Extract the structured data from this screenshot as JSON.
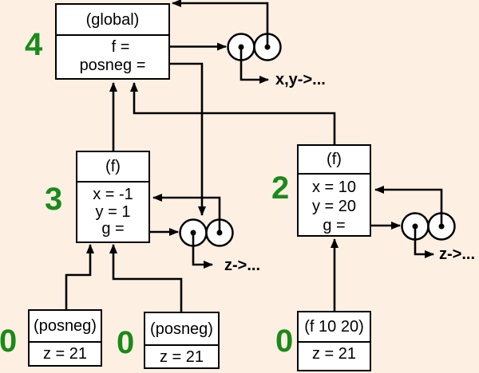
{
  "colors": {
    "background": "#fdf0e3",
    "box_fill": "#ffffff",
    "line": "#000000",
    "step_green": "#1a8a1a",
    "squiggle_red": "#e02020"
  },
  "frames": [
    {
      "id": "global",
      "step": "4",
      "label": "(global)",
      "rows": [
        "f =",
        "posneg ="
      ]
    },
    {
      "id": "f-left",
      "step": "3",
      "label": "(f)",
      "rows": [
        "x = -1",
        "y = 1",
        "g ="
      ]
    },
    {
      "id": "f-right",
      "step": "2",
      "label": "(f)",
      "rows": [
        "x = 10",
        "y = 20",
        "g ="
      ]
    },
    {
      "id": "posneg-call-1",
      "step": "0",
      "label": "(posneg)",
      "rows": [
        "z = 21"
      ]
    },
    {
      "id": "posneg-call-2",
      "step": "0",
      "label": "(posneg)",
      "rows": [
        "z = 21"
      ]
    },
    {
      "id": "f-call",
      "step": "0",
      "label": "(f 10 20)",
      "rows": [
        "z = 21"
      ]
    }
  ],
  "closures": [
    {
      "id": "f-closure",
      "params": "x,y->..."
    },
    {
      "id": "g-closure-left",
      "params": "z->..."
    },
    {
      "id": "g-closure-right",
      "params": "z->..."
    }
  ]
}
